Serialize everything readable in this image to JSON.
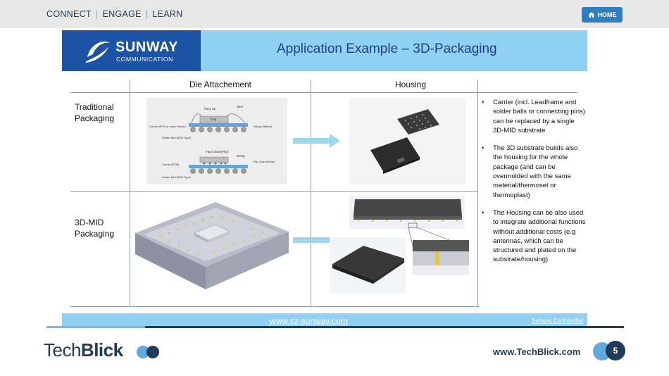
{
  "topnav": {
    "items": [
      "CONNECT",
      "ENGAGE",
      "LEARN"
    ],
    "home_label": "HOME"
  },
  "slide": {
    "logo_name": "SUNWAY",
    "logo_sub": "COMMUNICATION",
    "title": "Application Example – 3D-Packaging",
    "columns": [
      "Die Attachement",
      "Housing"
    ],
    "rows": [
      {
        "label_line1": "Traditional",
        "label_line2": "Packaging"
      },
      {
        "label_line1": "3D-MID",
        "label_line2": "Packaging"
      }
    ],
    "diagram_labels": {
      "face_up": "Face up",
      "wire": "Wire",
      "chip": "Chip",
      "carrier1": "Carrier (PCB or Lead Frame)",
      "wiring": "Wiring Method",
      "solder1": "Solder Ball (BGA Type)",
      "face_down": "Face down(Flip)",
      "bump": "Bump",
      "carrier2": "Carrier (PCB)",
      "flipchip": "Flip Chip Method",
      "solder2": "Solder Ball (BGA Type)"
    },
    "bullets": [
      "Carrier (incl. Leadframe and solder balls or connecting pins) can be replaced by a single 3D-MID substrate",
      "The 3D substrate builds also the housing for the whole package (and can be overmolded with the same material/thermoset or thermoplast)",
      "The Housing can be also used to integrate additional functions without additional costs (e.g antennas, which can be structured and plated on the substrate/housing)"
    ],
    "footer_url": "www.sz-sunway.com",
    "footer_confidential": "Sunway Confidential"
  },
  "footer": {
    "brand_light": "Tech",
    "brand_bold": "Blick",
    "site": "www.TechBlick.com",
    "page": "5"
  },
  "colors": {
    "banner": "#8fd0f3",
    "logo_bg": "#1d53a4",
    "title": "#1f3f8a",
    "home_button": "#2f7fc0",
    "navy": "#1f3b57"
  }
}
